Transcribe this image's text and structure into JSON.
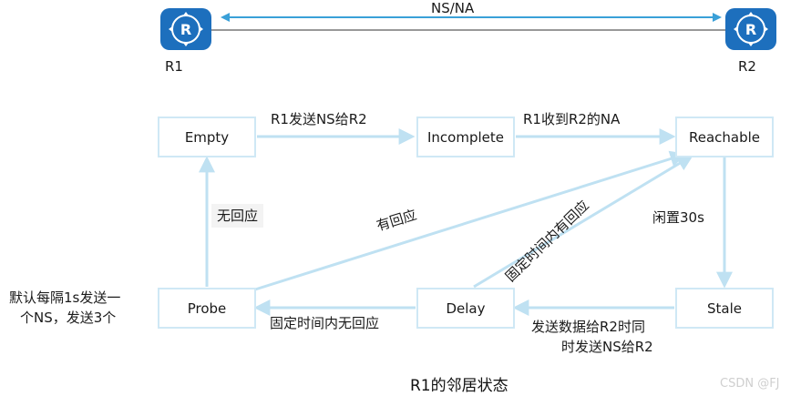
{
  "routers": {
    "left": "R1",
    "right": "R2",
    "link_label": "NS/NA"
  },
  "states": {
    "empty": "Empty",
    "incomplete": "Incomplete",
    "reachable": "Reachable",
    "probe": "Probe",
    "delay": "Delay",
    "stale": "Stale"
  },
  "transitions": {
    "empty_to_incomplete": "R1发送NS给R2",
    "incomplete_to_reachable": "R1收到R2的NA",
    "probe_to_empty": "无回应",
    "probe_to_reachable": "有回应",
    "delay_to_reachable": "固定时间内有回应",
    "reachable_to_stale": "闲置30s",
    "stale_to_delay_line1": "发送数据给R2时同",
    "stale_to_delay_line2": "时发送NS给R2",
    "delay_to_probe": "固定时间内无回应",
    "probe_note_line1": "默认每隔1s发送一",
    "probe_note_line2": "个NS，发送3个"
  },
  "caption": "R1的邻居状态",
  "watermark": "CSDN @FJ",
  "colors": {
    "state_border": "#cfe8f5",
    "arrow": "#bfe1f2",
    "router": "#1d6fbd"
  }
}
